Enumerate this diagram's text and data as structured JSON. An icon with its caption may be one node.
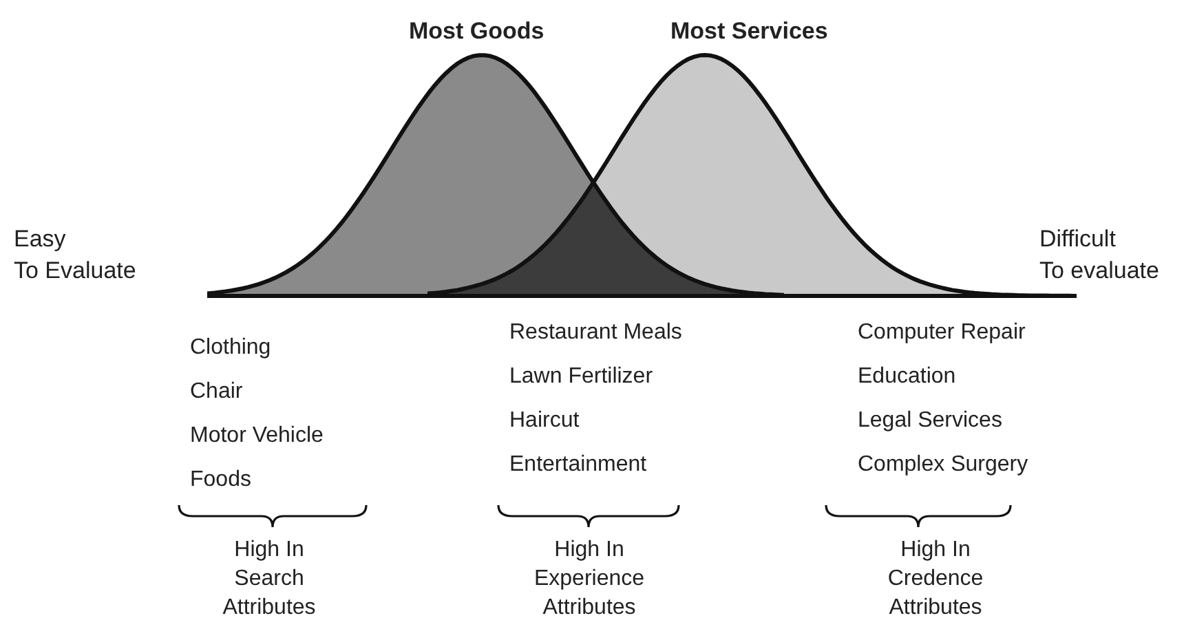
{
  "diagram": {
    "labels": [
      "Most Goods",
      "Most Services",
      "Easy To Evaluate",
      "Difficult To evaluate",
      "Clothing",
      "Chair",
      "Motor Vehicle",
      "Foods",
      "Restaurant Meals",
      "Lawn Fertilizer",
      "Haircut",
      "Entertainment",
      "Computer Repair",
      "Education",
      "Legal Services",
      "Complex Surgery",
      "High In Search Attributes",
      "High In Experience Attributes",
      "High In Credence Attributes"
    ]
  }
}
